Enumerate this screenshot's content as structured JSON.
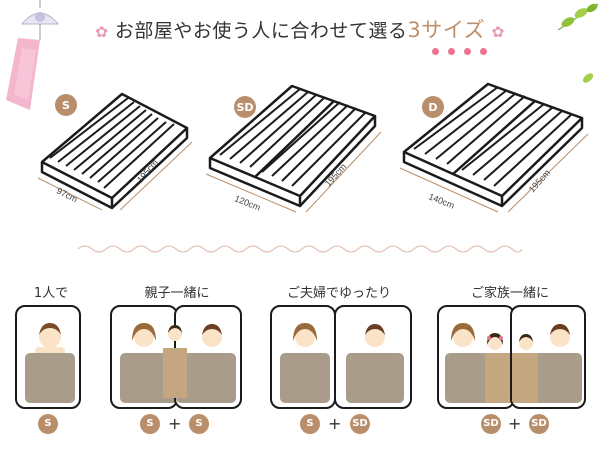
{
  "header": {
    "title_main": "お部屋やお使う人に合わせて選る",
    "title_accent": "3サイズ",
    "flower_left": "✿",
    "flower_right": "✿"
  },
  "beds": [
    {
      "badge": "S",
      "width_label": "97cm",
      "length_label": "195cm"
    },
    {
      "badge": "SD",
      "width_label": "120cm",
      "length_label": "195cm"
    },
    {
      "badge": "D",
      "width_label": "140cm",
      "length_label": "195cm"
    }
  ],
  "cases": [
    {
      "label": "1人で",
      "badges": [
        "S"
      ],
      "plus": ""
    },
    {
      "label": "親子一緒に",
      "badges": [
        "S",
        "S"
      ],
      "plus": "+"
    },
    {
      "label": "ご夫婦でゆったり",
      "badges": [
        "S",
        "SD"
      ],
      "plus": "+"
    },
    {
      "label": "ご家族一緒に",
      "badges": [
        "SD",
        "SD"
      ],
      "plus": "+"
    }
  ],
  "colors": {
    "badge": "#b98f6b",
    "accent": "#c0906a",
    "dots": "#e8748f",
    "blanket": "#a99c8b",
    "frame": "#1b1b1b",
    "wave": "#e2c4b4"
  }
}
